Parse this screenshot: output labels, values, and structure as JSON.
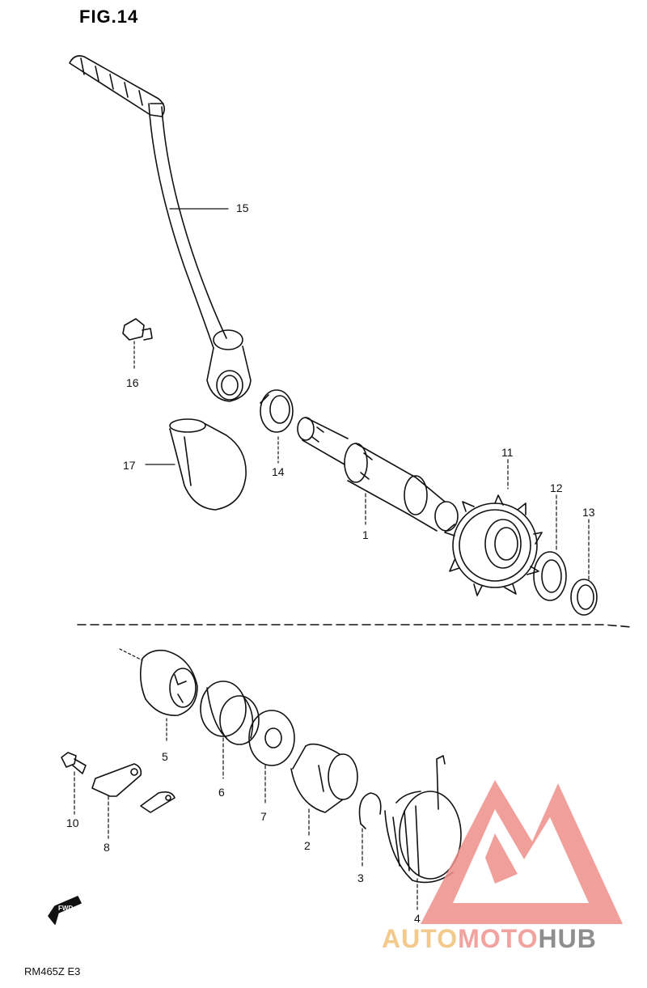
{
  "figure": {
    "title": "FIG.14",
    "model_code": "RM465Z E3",
    "direction_tag": "FWD"
  },
  "parts": [
    {
      "id": "15",
      "label": "15"
    },
    {
      "id": "16",
      "label": "16"
    },
    {
      "id": "17",
      "label": "17"
    },
    {
      "id": "14",
      "label": "14"
    },
    {
      "id": "1",
      "label": "1"
    },
    {
      "id": "11",
      "label": "11"
    },
    {
      "id": "12",
      "label": "12"
    },
    {
      "id": "13",
      "label": "13"
    },
    {
      "id": "5",
      "label": "5"
    },
    {
      "id": "6",
      "label": "6"
    },
    {
      "id": "7",
      "label": "7"
    },
    {
      "id": "2",
      "label": "2"
    },
    {
      "id": "3",
      "label": "3"
    },
    {
      "id": "4",
      "label": "4"
    },
    {
      "id": "10",
      "label": "10"
    },
    {
      "id": "8",
      "label": "8"
    }
  ],
  "watermark": {
    "part1": "AUTO",
    "part2": "MOTO",
    "part3": "HUB",
    "colors": {
      "auto": "#f4c98c",
      "moto": "#f2a39f",
      "hub": "#8e8e8e",
      "logo": "#ef8f8a"
    }
  }
}
